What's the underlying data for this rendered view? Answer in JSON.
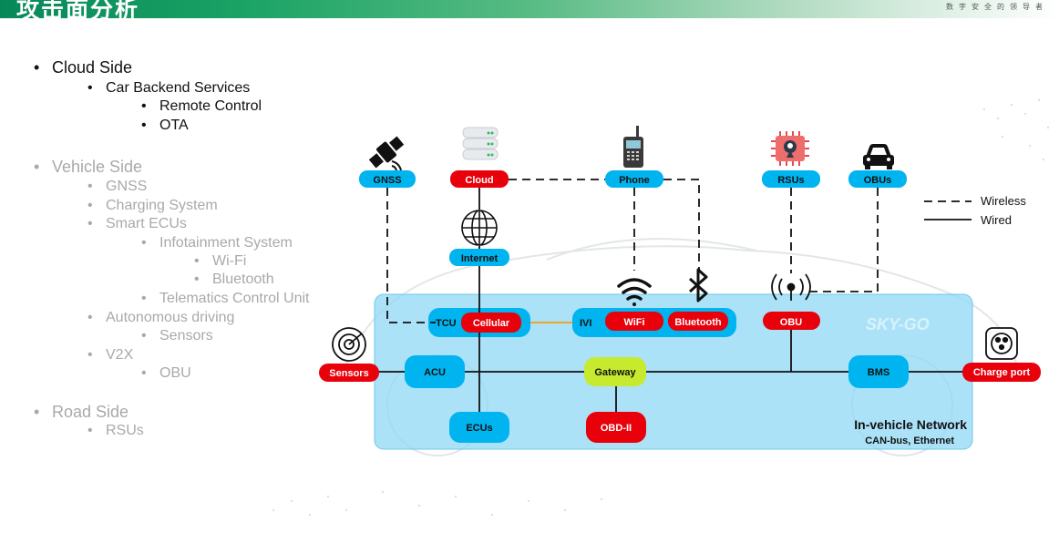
{
  "header": {
    "title": "攻击面分析",
    "slogan": "数字安全的领导者"
  },
  "outline": {
    "cloud_side": "Cloud Side",
    "car_backend": "Car Backend Services",
    "remote_control": "Remote Control",
    "ota": "OTA",
    "vehicle_side": "Vehicle Side",
    "gnss": "GNSS",
    "charging_system": "Charging  System",
    "smart_ecus": "Smart ECUs",
    "infotainment": "Infotainment System",
    "wifi": "Wi-Fi",
    "bluetooth": "Bluetooth",
    "telematics": "Telematics Control Unit",
    "autonomous": "Autonomous driving",
    "sensors": "Sensors",
    "v2x": "V2X",
    "obu": "OBU",
    "road_side": "Road Side",
    "rsus": "RSUs"
  },
  "diagram": {
    "nodes": {
      "gnss": "GNSS",
      "cloud": "Cloud",
      "phone": "Phone",
      "rsus": "RSUs",
      "obus": "OBUs",
      "internet": "Internet",
      "tcu": "TCU",
      "cellular": "Cellular",
      "ivi": "IVI",
      "wifi": "WiFi",
      "bluetooth": "Bluetooth",
      "obu": "OBU",
      "sensors": "Sensors",
      "acu": "ACU",
      "gateway": "Gateway",
      "bms": "BMS",
      "charge_port": "Charge port",
      "ecus": "ECUs",
      "obd": "OBD-II"
    },
    "network_title": "In-vehicle Network",
    "network_subtitle": "CAN-bus, Ethernet",
    "watermark": "SKY-GO",
    "legend": {
      "wireless": "Wireless",
      "wired": "Wired"
    },
    "colors": {
      "blue": "#00b4ef",
      "red": "#e8000b",
      "green": "#c7ea2e",
      "network_bg": "#8fd8f5"
    }
  }
}
